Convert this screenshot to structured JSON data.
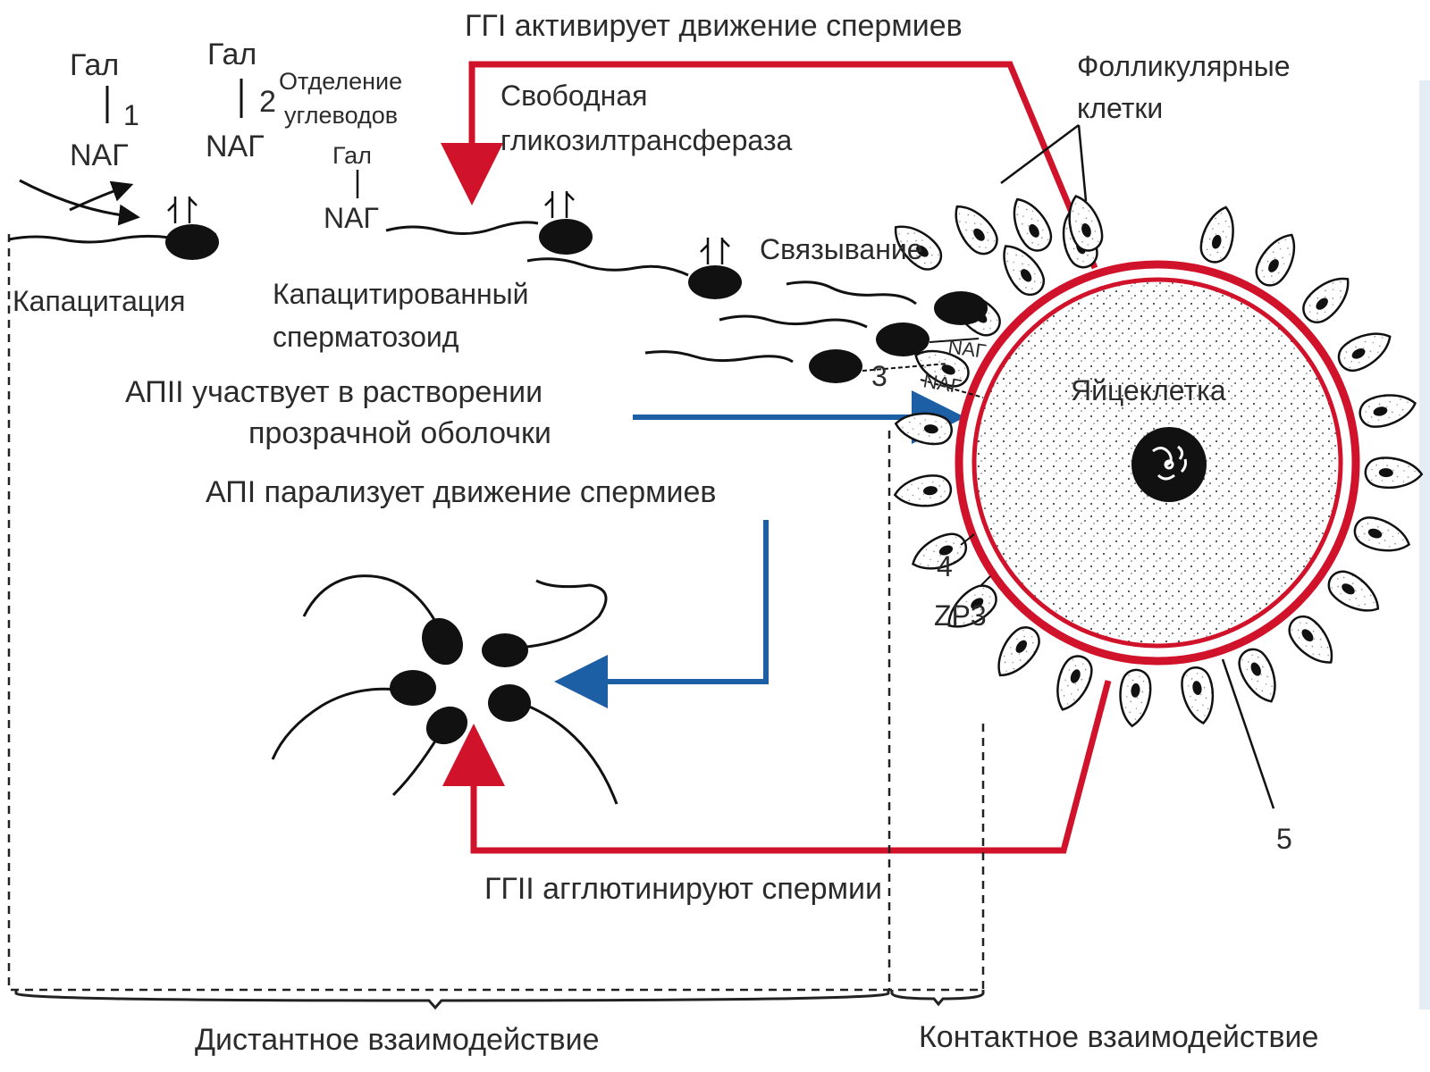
{
  "labels": {
    "top_title": "ГГI активирует движение спермиев",
    "gal_1": "Гал",
    "nag_1": "NАГ",
    "num_1": "1",
    "gal_2": "Гал",
    "nag_2": "NАГ",
    "num_2": "2",
    "carb_sep_line1": "Отделение",
    "carb_sep_line2": "углеводов",
    "gal_3": "Гал",
    "nag_3": "NАГ",
    "free_gt_line1": "Свободная",
    "free_gt_line2": "гликозилтрансфераза",
    "follicular_line1": "Фолликулярные",
    "follicular_line2": "клетки",
    "capacitation": "Капацитация",
    "capacitated_line1": "Капацитированный",
    "capacitated_line2": "сперматозоид",
    "binding": "Связывание",
    "nag_bind_1": "NАГ",
    "nag_bind_2": "NАГ",
    "num_3": "3",
    "egg": "Яйцеклетка",
    "api2_line1": "АПII участвует в растворении",
    "api2_line2": "прозрачной оболочки",
    "api1": "АПI парализует движение спермиев",
    "num_4": "4",
    "zp3": "ZP3",
    "num_5": "5",
    "ggi2": "ГГII агглютинируют спермии",
    "distant": "Дистантное взаимодействие",
    "contact": "Контактное взаимодействие"
  },
  "colors": {
    "red": "#d0122a",
    "blue": "#1d5fa5",
    "ink": "#2b2b2b"
  }
}
